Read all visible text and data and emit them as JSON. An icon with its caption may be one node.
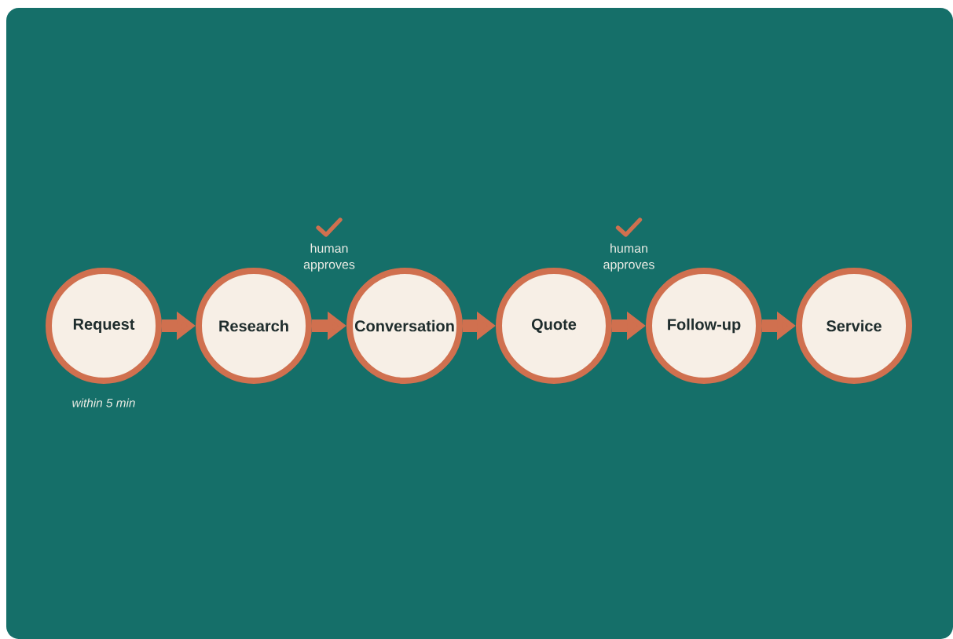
{
  "diagram": {
    "nodes": [
      {
        "text": [
          "Request"
        ],
        "beside": [
          "within 5 min"
        ]
      },
      {
        "text": [
          "Research"
        ]
      },
      {
        "text": [
          "Conversation"
        ]
      },
      {
        "text": [
          "Quote"
        ]
      },
      {
        "text": [
          "Follow-up"
        ]
      },
      {
        "text": [
          "Service"
        ]
      }
    ],
    "edges": [
      {
        "from": 0,
        "to": 1,
        "arrow": "to"
      },
      {
        "from": 1,
        "to": 2,
        "arrow": "to",
        "label": "human approves"
      },
      {
        "from": 2,
        "to": 3,
        "arrow": "to"
      },
      {
        "from": 3,
        "to": 4,
        "arrow": "to",
        "label": "human approves"
      },
      {
        "from": 4,
        "to": 5,
        "arrow": "to"
      }
    ]
  }
}
